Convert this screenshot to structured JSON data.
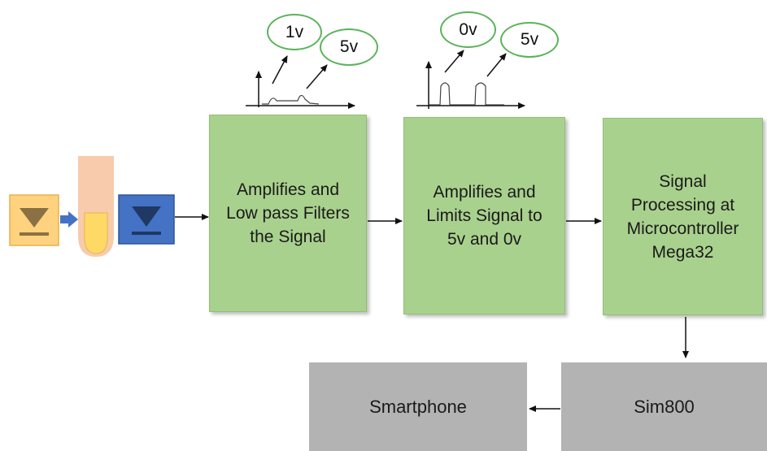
{
  "blocks": {
    "amp_filter": [
      "Amplifies and",
      "Low pass Filters",
      "the Signal"
    ],
    "amp_limit": [
      "Amplifies and",
      "Limits Signal to",
      "5v and 0v"
    ],
    "processing": [
      "Signal",
      "Processing at",
      "Microcontroller",
      "Mega32"
    ],
    "sim800": "Sim800",
    "smartphone": "Smartphone"
  },
  "bubbles": {
    "filtered_low": "1v",
    "filtered_high": "5v",
    "limited_low": "0v",
    "limited_high": "5v"
  },
  "colors": {
    "block_green": "#a9d18e",
    "block_gray": "#b3b3b3",
    "bubble_border": "#5bb35a",
    "emitter_fill": "#ffd27f",
    "detector_fill": "#4472c4",
    "finger_fill": "#f8cbad"
  },
  "icons": [
    "led-emitter-icon",
    "finger-icon",
    "photodetector-icon",
    "pulse-waveform-icon",
    "square-waveform-icon"
  ]
}
